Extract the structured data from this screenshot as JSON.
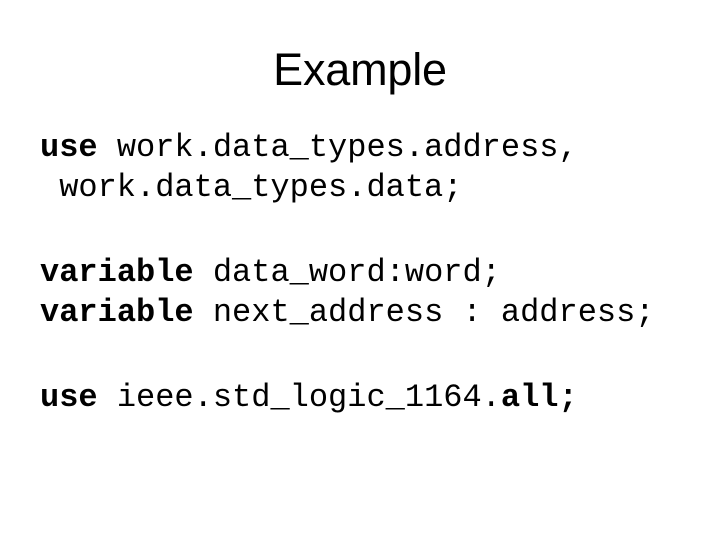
{
  "slide": {
    "title": "Example",
    "background_color": "#ffffff",
    "text_color": "#000000",
    "blocks": [
      {
        "id": "use-work-data-types",
        "lines": [
          {
            "indent": false,
            "segments": [
              {
                "text": "use",
                "bold": true
              },
              {
                "text": " work.data_types.address,",
                "bold": false
              }
            ]
          },
          {
            "indent": true,
            "segments": [
              {
                "text": "work.data_types.data;",
                "bold": false
              }
            ]
          }
        ]
      },
      {
        "id": "variable-declarations",
        "lines": [
          {
            "indent": false,
            "segments": [
              {
                "text": "variable",
                "bold": true
              },
              {
                "text": " data_word:word;",
                "bold": false
              }
            ]
          },
          {
            "indent": false,
            "segments": [
              {
                "text": "variable",
                "bold": true
              },
              {
                "text": " next_address : address;",
                "bold": false
              }
            ]
          }
        ]
      },
      {
        "id": "use-ieee-std-logic",
        "lines": [
          {
            "indent": false,
            "segments": [
              {
                "text": "use",
                "bold": true
              },
              {
                "text": " ieee.std_logic_1164.",
                "bold": false
              },
              {
                "text": "all;",
                "bold": true
              }
            ]
          }
        ]
      }
    ]
  }
}
